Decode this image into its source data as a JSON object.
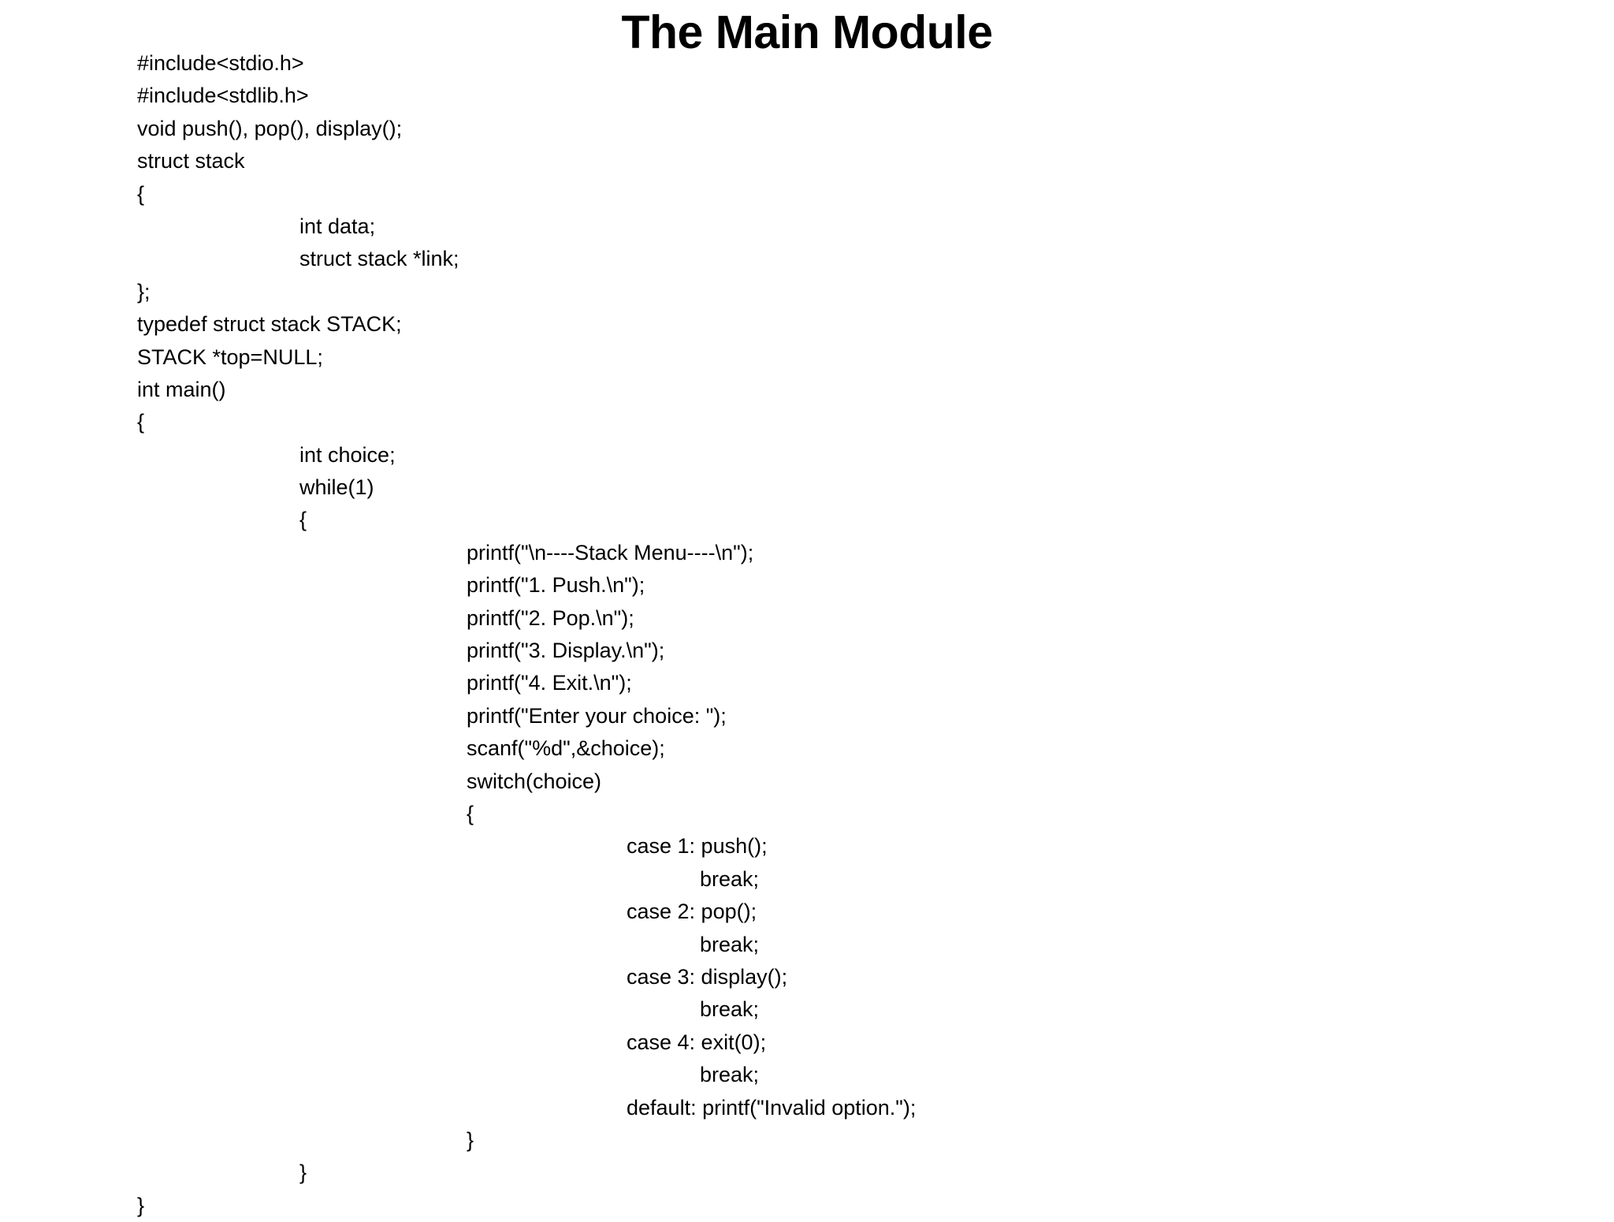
{
  "slide": {
    "title": "The Main Module",
    "background_color": "#ffffff",
    "text_color": "#000000"
  },
  "code": {
    "language": "c",
    "lines": [
      {
        "indent": 0,
        "text": "#include<stdio.h>"
      },
      {
        "indent": 0,
        "text": "#include<stdlib.h>"
      },
      {
        "indent": 0,
        "text": "void push(), pop(), display();"
      },
      {
        "indent": 0,
        "text": "struct stack"
      },
      {
        "indent": 0,
        "text": "{"
      },
      {
        "indent": 1,
        "text": "int data;"
      },
      {
        "indent": 1,
        "text": "struct stack *link;"
      },
      {
        "indent": 0,
        "text": "};"
      },
      {
        "indent": 0,
        "text": "typedef struct stack STACK;"
      },
      {
        "indent": 0,
        "text": "STACK *top=NULL;"
      },
      {
        "indent": 0,
        "text": "int main()"
      },
      {
        "indent": 0,
        "text": "{"
      },
      {
        "indent": 1,
        "text": "int choice;"
      },
      {
        "indent": 1,
        "text": "while(1)"
      },
      {
        "indent": 1,
        "text": "{"
      },
      {
        "indent": 2,
        "text": "printf(\"\\n----Stack Menu----\\n\");"
      },
      {
        "indent": 2,
        "text": "printf(\"1. Push.\\n\");"
      },
      {
        "indent": 2,
        "text": "printf(\"2. Pop.\\n\");"
      },
      {
        "indent": 2,
        "text": "printf(\"3. Display.\\n\");"
      },
      {
        "indent": 2,
        "text": "printf(\"4. Exit.\\n\");"
      },
      {
        "indent": 2,
        "text": "printf(\"Enter your choice: \");"
      },
      {
        "indent": 2,
        "text": "scanf(\"%d\",&choice);"
      },
      {
        "indent": 2,
        "text": "switch(choice)"
      },
      {
        "indent": 2,
        "text": "{"
      },
      {
        "indent": 3,
        "text": "case 1: push();"
      },
      {
        "indent": 4,
        "text": "break;"
      },
      {
        "indent": 3,
        "text": "case 2: pop();"
      },
      {
        "indent": 4,
        "text": "break;"
      },
      {
        "indent": 3,
        "text": "case 3: display();"
      },
      {
        "indent": 4,
        "text": "break;"
      },
      {
        "indent": 3,
        "text": "case 4: exit(0);"
      },
      {
        "indent": 4,
        "text": "break;"
      },
      {
        "indent": 3,
        "text": "default: printf(\"Invalid option.\");"
      },
      {
        "indent": 2,
        "text": "}"
      },
      {
        "indent": 1,
        "text": "}"
      },
      {
        "indent": 0,
        "text": "}"
      }
    ]
  }
}
